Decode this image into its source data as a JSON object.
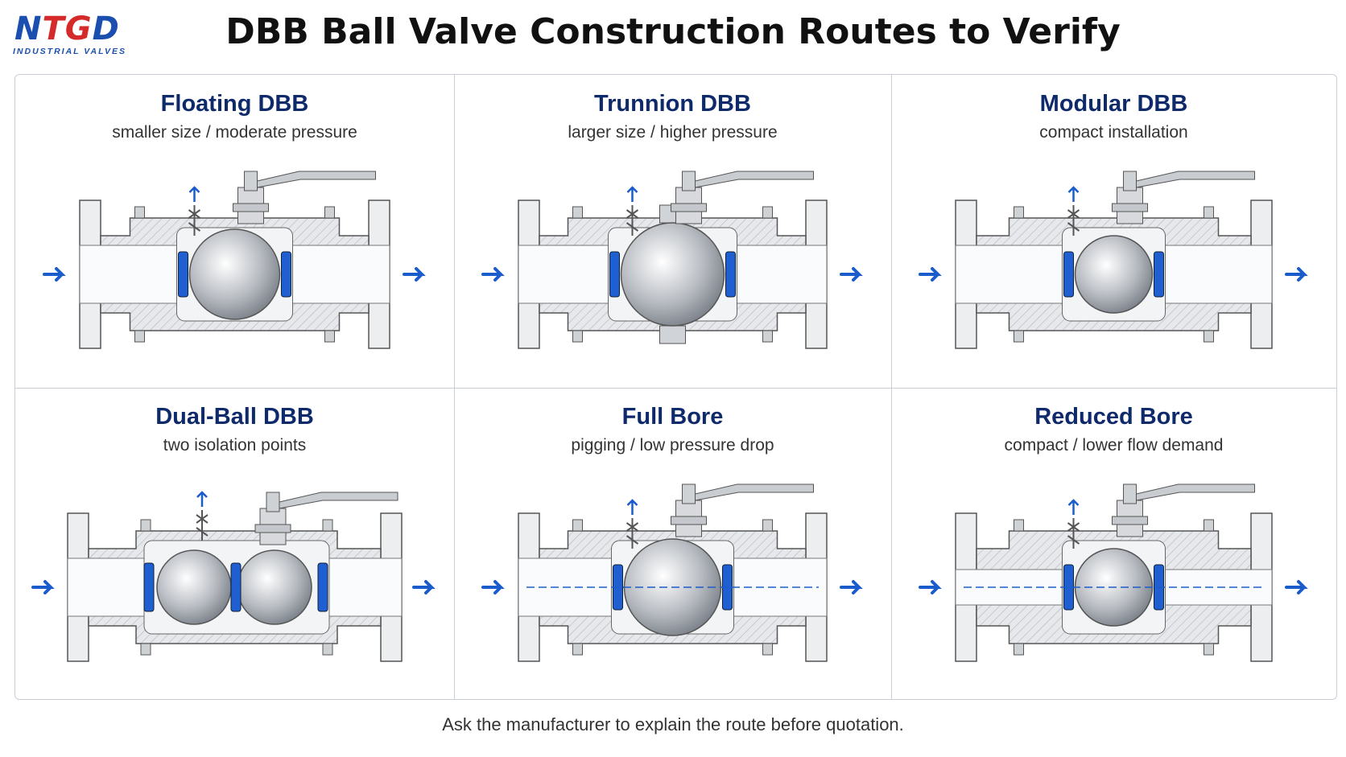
{
  "brand": {
    "logo_left": "N",
    "logo_mid": "TG",
    "logo_right": "D",
    "tagline": "INDUSTRIAL VALVES"
  },
  "title": "DBB Ball Valve Construction Routes to Verify",
  "routes": [
    {
      "title": "Floating DBB",
      "subtitle": "smaller size / moderate pressure"
    },
    {
      "title": "Trunnion DBB",
      "subtitle": "larger size / higher pressure"
    },
    {
      "title": "Modular DBB",
      "subtitle": "compact installation"
    },
    {
      "title": "Dual-Ball DBB",
      "subtitle": "two isolation points"
    },
    {
      "title": "Full Bore",
      "subtitle": "pigging / low pressure drop"
    },
    {
      "title": "Reduced Bore",
      "subtitle": "compact / lower flow demand"
    }
  ],
  "footer": "Ask the manufacturer to explain the route before quotation.",
  "colors": {
    "accent": "#1a5ccc",
    "title_navy": "#0e2a6b",
    "seat_blue": "#1f5fd1",
    "metal": "#b8bcc2"
  },
  "icons": {
    "flow_arrow": "arrow-right-icon",
    "vent": "arrow-up-icon"
  }
}
